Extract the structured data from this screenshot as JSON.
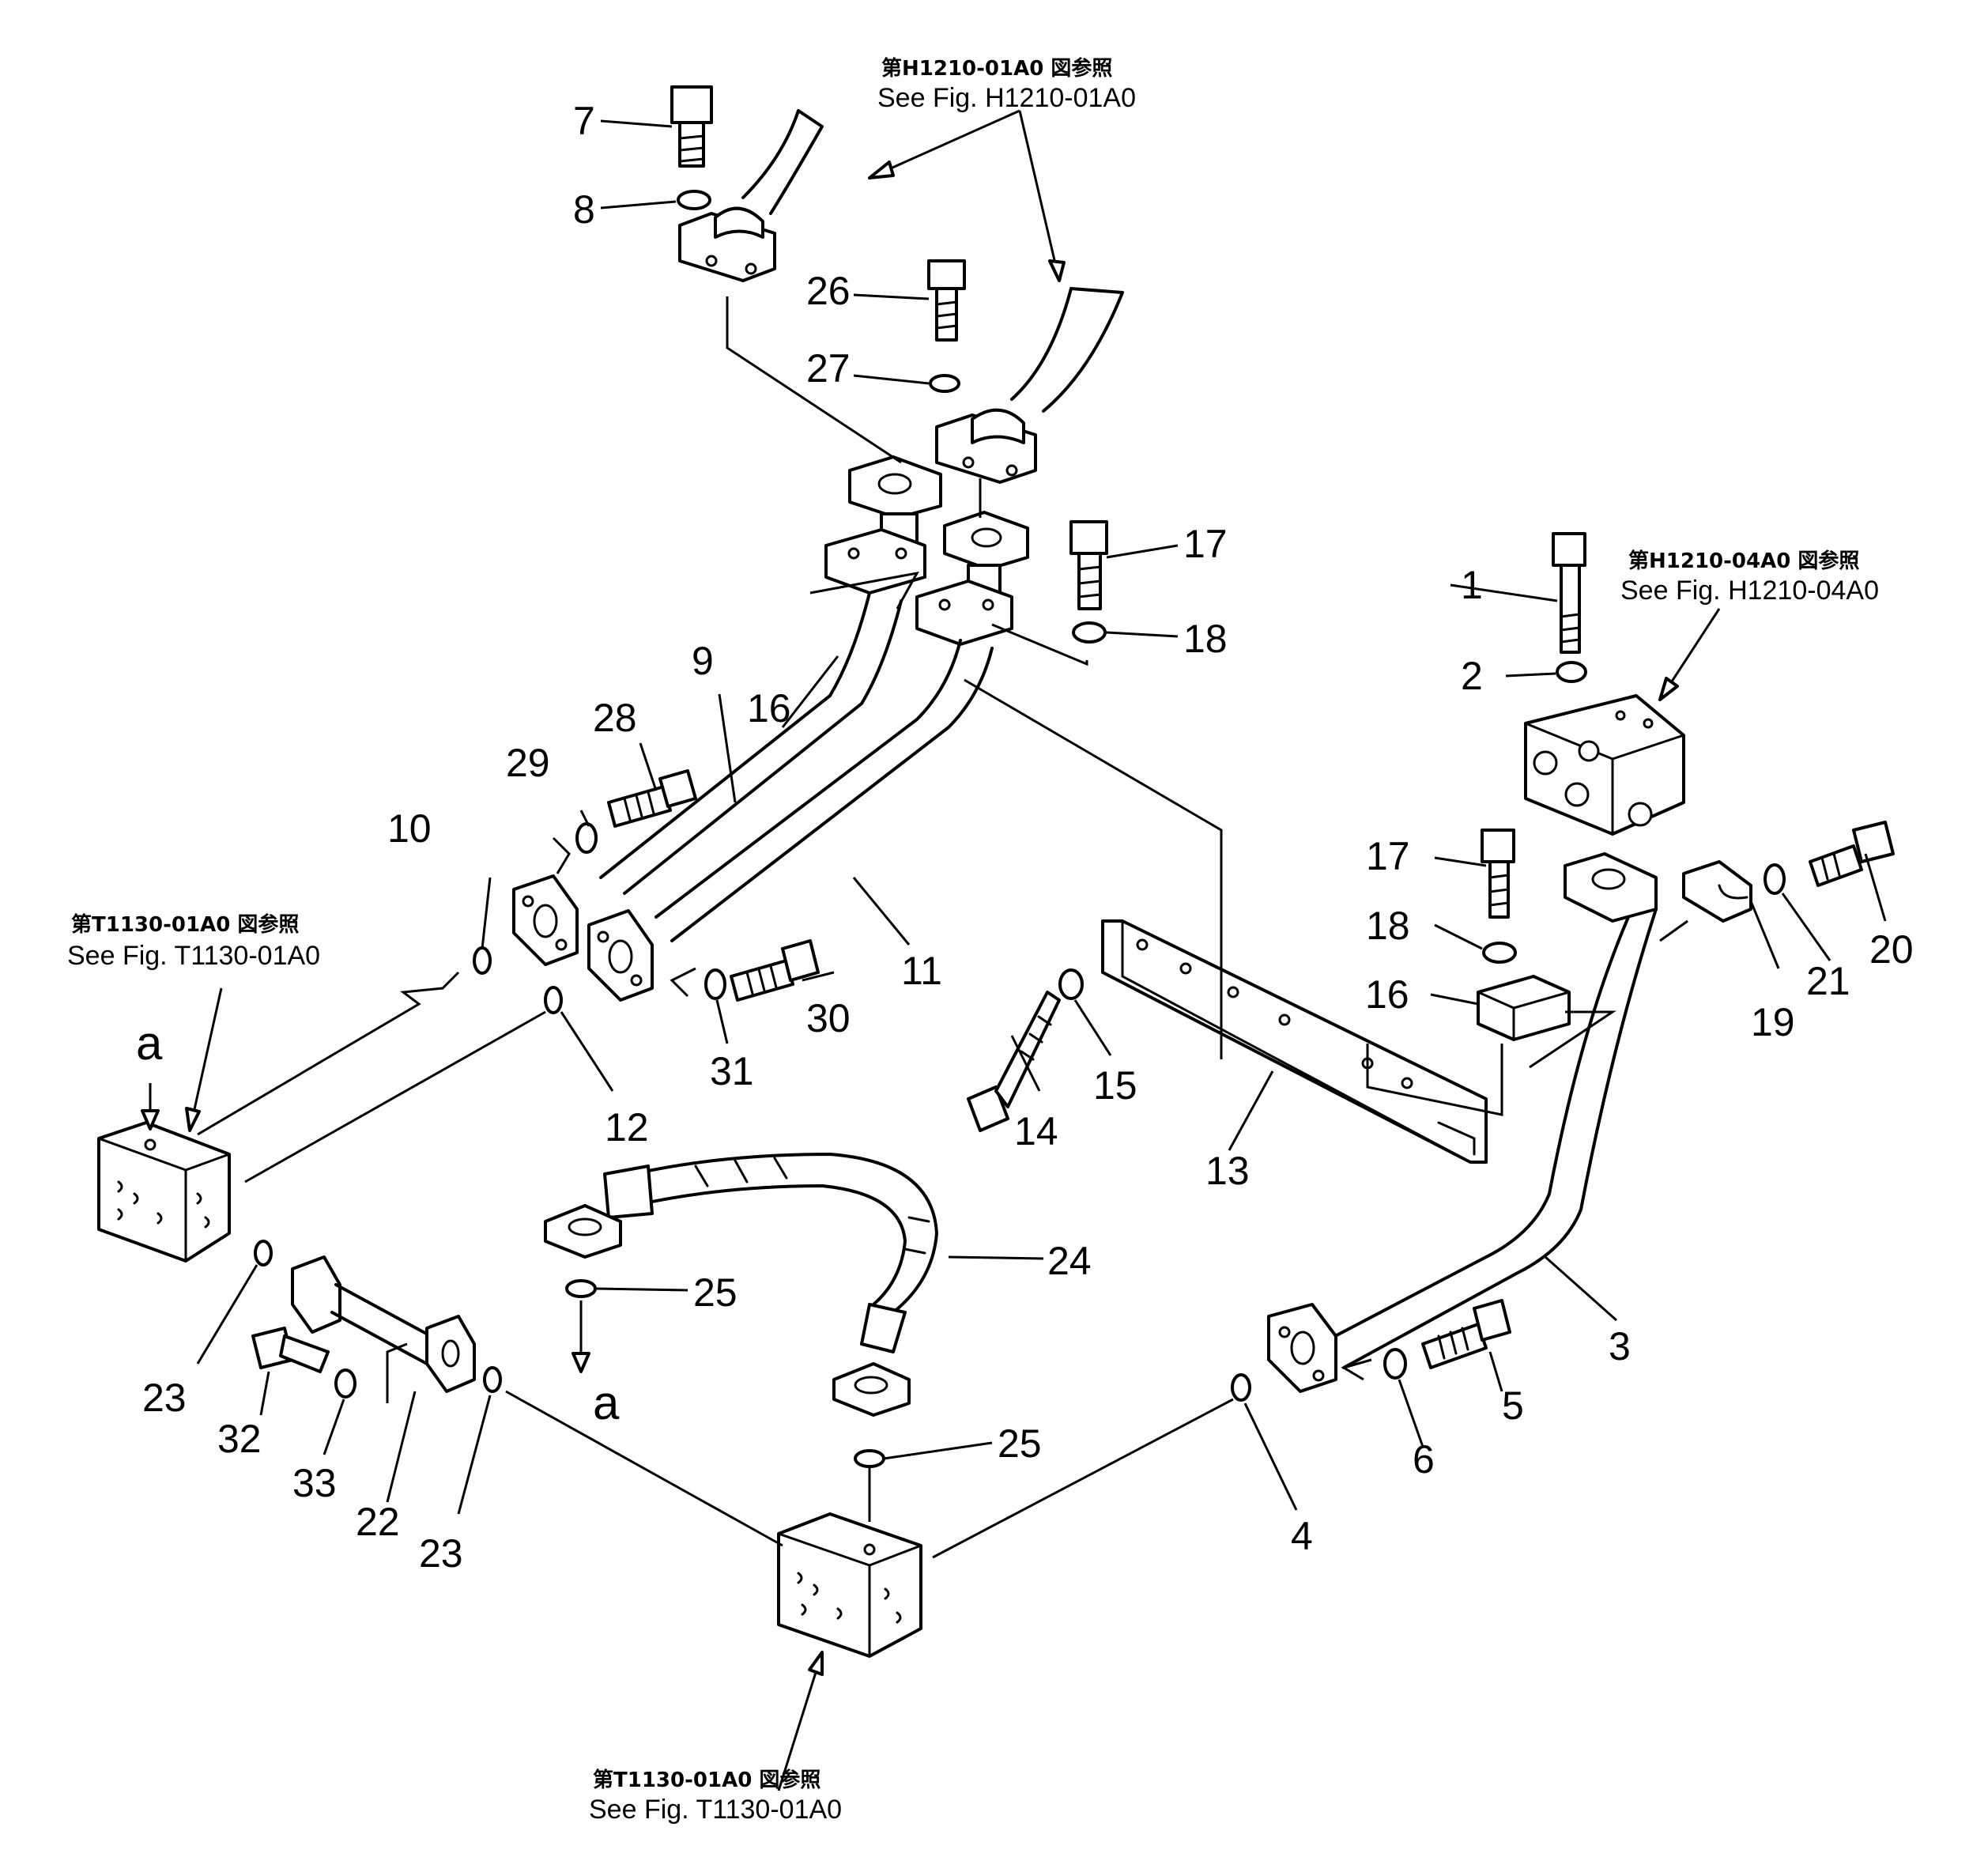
{
  "callouts": {
    "c1": "1",
    "c2": "2",
    "c3": "3",
    "c4": "4",
    "c5": "5",
    "c6": "6",
    "c7": "7",
    "c8": "8",
    "c9": "9",
    "c10": "10",
    "c11": "11",
    "c12": "12",
    "c13": "13",
    "c14": "14",
    "c15": "15",
    "c16a": "16",
    "c16b": "16",
    "c17a": "17",
    "c17b": "17",
    "c18a": "18",
    "c18b": "18",
    "c19": "19",
    "c20": "20",
    "c21": "21",
    "c22": "22",
    "c23a": "23",
    "c23b": "23",
    "c24": "24",
    "c25a": "25",
    "c25b": "25",
    "c26": "26",
    "c27": "27",
    "c28": "28",
    "c29": "29",
    "c30": "30",
    "c31": "31",
    "c32": "32",
    "c33": "33"
  },
  "references": {
    "top": {
      "jp": "第H1210-01A0 図参照",
      "en": "See Fig. H1210-01A0"
    },
    "right": {
      "jp": "第H1210-04A0 図参照",
      "en": "See Fig. H1210-04A0"
    },
    "left": {
      "jp": "第T1130-01A0 図参照",
      "en": "See Fig. T1130-01A0"
    },
    "bottom": {
      "jp": "第T1130-01A0 図参照",
      "en": "See Fig. T1130-01A0"
    }
  },
  "connection_marks": {
    "upper": "a",
    "lower": "a"
  }
}
